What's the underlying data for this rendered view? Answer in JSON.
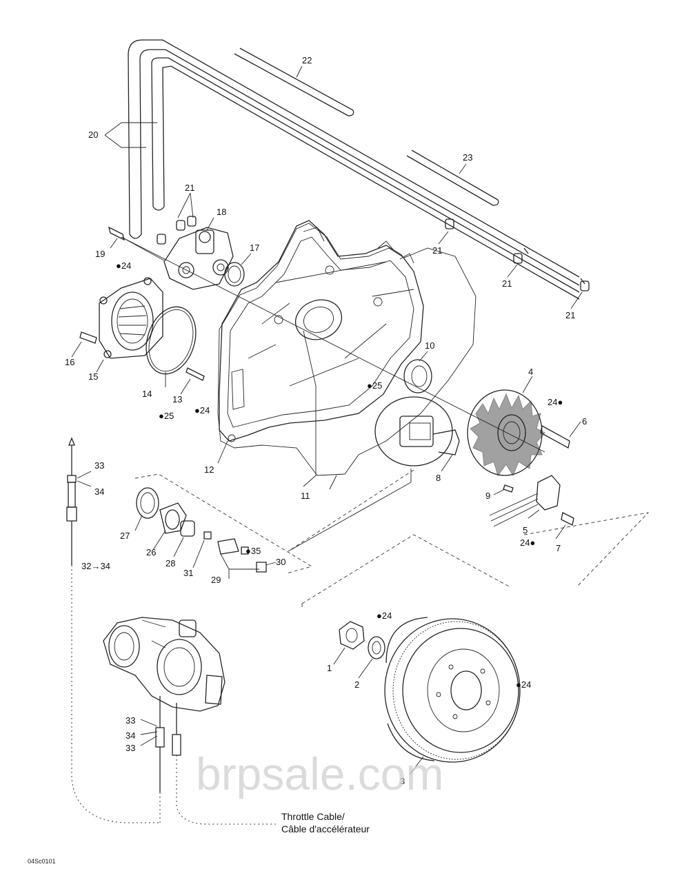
{
  "labels": {
    "p1": "1",
    "p2": "2",
    "p3": "3",
    "p4": "4",
    "p5": "5",
    "p6": "6",
    "p7": "7",
    "p8": "8",
    "p9": "9",
    "p10": "10",
    "p11": "11",
    "p12": "12",
    "p13": "13",
    "p14": "14",
    "p15": "15",
    "p16": "16",
    "p17": "17",
    "p18": "18",
    "p19": "19",
    "p20": "20",
    "p21a": "21",
    "p21b": "21",
    "p21c": "21",
    "p21d": "21",
    "p22": "22",
    "p23": "23",
    "p24a": "24",
    "p24b": "24",
    "p24c": "24",
    "p24d": "24",
    "p24e": "24",
    "p24f": "24",
    "p25a": "25",
    "p25b": "25",
    "p26": "26",
    "p27": "27",
    "p28": "28",
    "p29": "29",
    "p30": "30",
    "p31": "31",
    "p32": "32",
    "p34arrow": "34",
    "p33a": "33",
    "p34a": "34",
    "p33b": "33",
    "p34b": "34",
    "p33c": "33",
    "p35": "35"
  },
  "caption": {
    "line1": "Throttle Cable/",
    "line2": "Câble d'accélérateur"
  },
  "drawing_code": "04Sc0101",
  "watermark": "brpsale.com"
}
